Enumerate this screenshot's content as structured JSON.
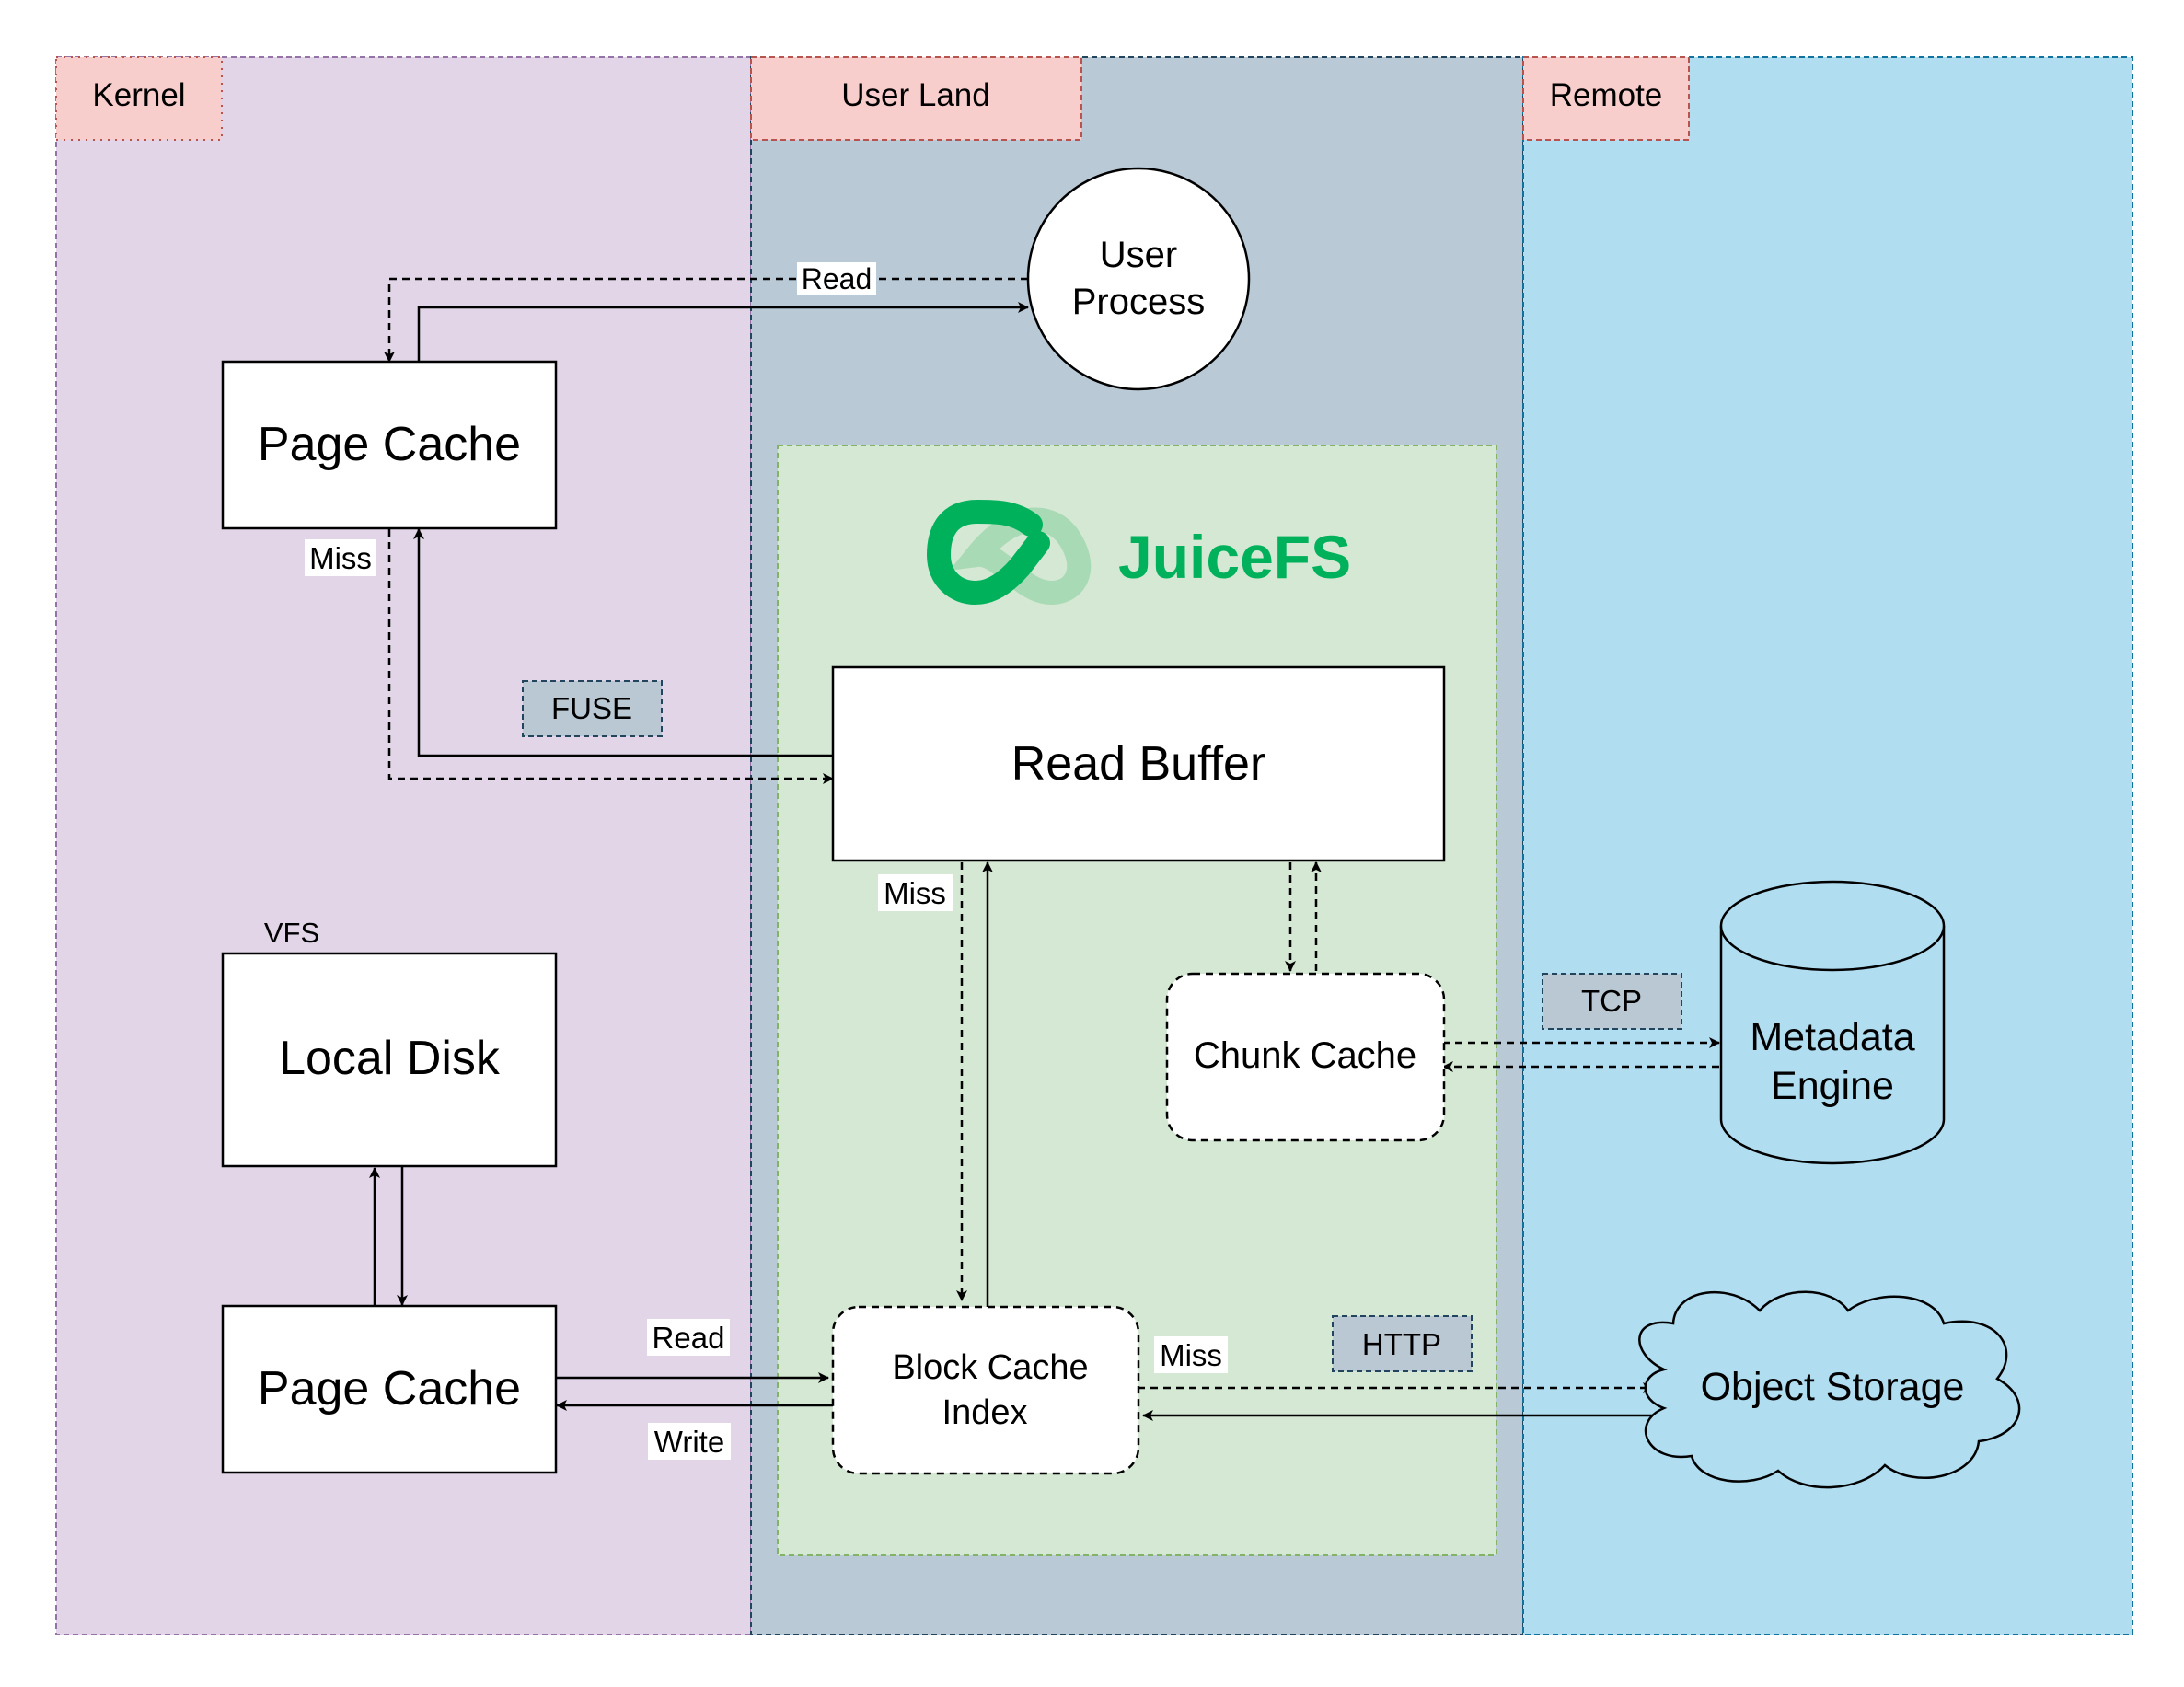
{
  "colors": {
    "kernel_bg": "#e1d5e7",
    "kernel_border": "#9673a6",
    "userland_bg": "#b9c9d5",
    "remote_bg": "#b1ddf0",
    "remote_border": "#10739e",
    "juicefs_bg": "#d5e8d4",
    "juicefs_border": "#82b366",
    "tag_bg": "#f8cecc",
    "tag_border": "#b85450",
    "protocol_bg": "#bac8d3",
    "protocol_border": "#23445d",
    "logo_green": "#00b15b",
    "logo_light": "#a8dab5"
  },
  "regions": {
    "kernel": "Kernel",
    "user_land": "User Land",
    "remote": "Remote"
  },
  "logo": {
    "text": "JuiceFS",
    "icon": "juicefs-infinity-icon"
  },
  "nodes": {
    "user_process": [
      "User",
      "Process"
    ],
    "page_cache_top": "Page Cache",
    "page_cache_bottom": "Page Cache",
    "local_disk": "Local Disk",
    "vfs": "VFS",
    "read_buffer": "Read Buffer",
    "chunk_cache": "Chunk Cache",
    "block_cache_index": [
      "Block Cache",
      "Index"
    ],
    "metadata_engine": [
      "Metadata",
      "Engine"
    ],
    "object_storage": "Object Storage"
  },
  "protocols": {
    "fuse": "FUSE",
    "tcp": "TCP",
    "http": "HTTP"
  },
  "edge_labels": {
    "read_top": "Read",
    "miss_page_cache": "Miss",
    "miss_read_buffer": "Miss",
    "miss_block_cache": "Miss",
    "read_bottom": "Read",
    "write_bottom": "Write"
  }
}
